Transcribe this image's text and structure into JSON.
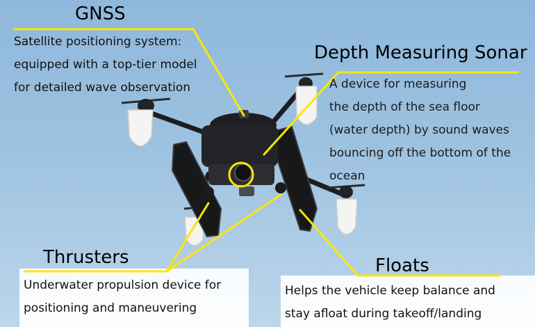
{
  "callouts": {
    "gnss": {
      "title": "GNSS",
      "description": "Satellite positioning system:\nequipped with a top-tier model\nfor detailed wave observation"
    },
    "sonar": {
      "title": "Depth Measuring Sonar",
      "description": "A  device for measuring\nthe depth of the sea floor\n(water depth) by sound waves\nbouncing off the bottom of the\nocean"
    },
    "thrusters": {
      "title": "Thrusters",
      "description": "Underwater propulsion device for\npositioning and maneuvering"
    },
    "floats": {
      "title": "Floats",
      "description": "Helps the vehicle keep balance and\nstay afloat during takeoff/landing"
    }
  },
  "colors": {
    "sky_top": "#8fb8dc",
    "sky_bottom": "#bcd6ea",
    "leader_line": "#ffe600",
    "body": "#1d1f22",
    "float_white": "#f4f4f2"
  }
}
